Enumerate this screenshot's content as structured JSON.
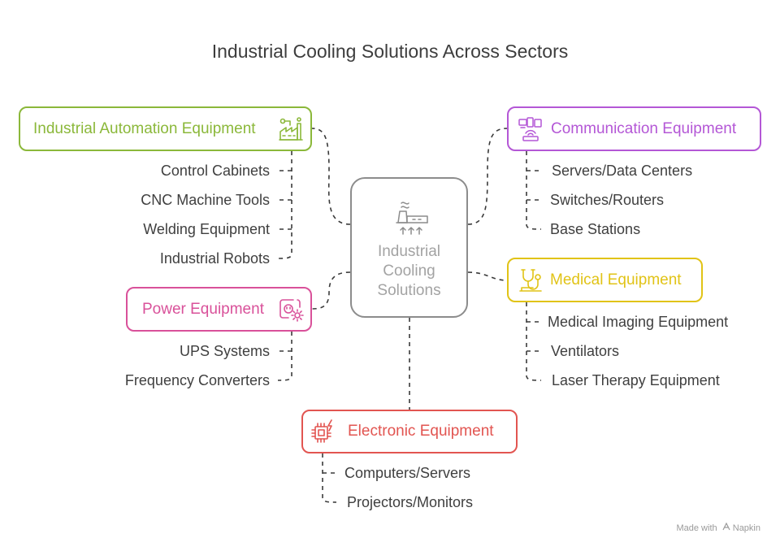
{
  "title": "Industrial Cooling Solutions Across Sectors",
  "center": {
    "label": "Industrial\nCooling\nSolutions",
    "icon": "factory-cooling-icon"
  },
  "categories": {
    "automation": {
      "label": "Industrial Automation Equipment",
      "color": "#8bb83a",
      "icon": "factory-icon",
      "items": [
        "Control Cabinets",
        "CNC Machine Tools",
        "Welding Equipment",
        "Industrial Robots"
      ]
    },
    "power": {
      "label": "Power Equipment",
      "color": "#d9519a",
      "icon": "power-settings-icon",
      "items": [
        "UPS Systems",
        "Frequency Converters"
      ]
    },
    "communication": {
      "label": "Communication Equipment",
      "color": "#b457d6",
      "icon": "network-devices-icon",
      "items": [
        "Servers/Data Centers",
        "Switches/Routers",
        "Base Stations"
      ]
    },
    "medical": {
      "label": "Medical Equipment",
      "color": "#e1c316",
      "icon": "stethoscope-icon",
      "items": [
        "Medical Imaging Equipment",
        "Ventilators",
        "Laser Therapy Equipment"
      ]
    },
    "electronic": {
      "label": "Electronic Equipment",
      "color": "#e25551",
      "icon": "chip-icon",
      "items": [
        "Computers/Servers",
        "Projectors/Monitors"
      ]
    }
  },
  "footer": {
    "text": "Made with",
    "brand": "Napkin"
  }
}
